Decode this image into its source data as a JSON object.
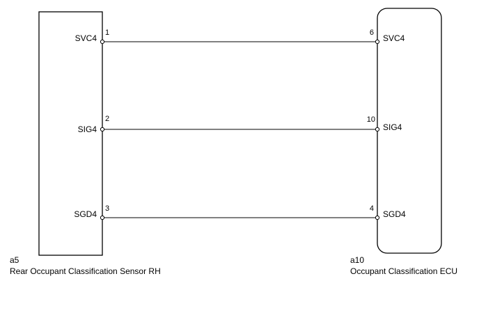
{
  "left_component": {
    "code": "a5",
    "name": "Rear Occupant Classification Sensor RH",
    "pins": [
      {
        "number": "1",
        "signal": "SVC4"
      },
      {
        "number": "2",
        "signal": "SIG4"
      },
      {
        "number": "3",
        "signal": "SGD4"
      }
    ]
  },
  "right_component": {
    "code": "a10",
    "name": "Occupant Classification ECU",
    "pins": [
      {
        "number": "6",
        "signal": "SVC4"
      },
      {
        "number": "10",
        "signal": "SIG4"
      },
      {
        "number": "4",
        "signal": "SGD4"
      }
    ]
  },
  "colors": {
    "line": "#000000",
    "background": "#ffffff"
  }
}
